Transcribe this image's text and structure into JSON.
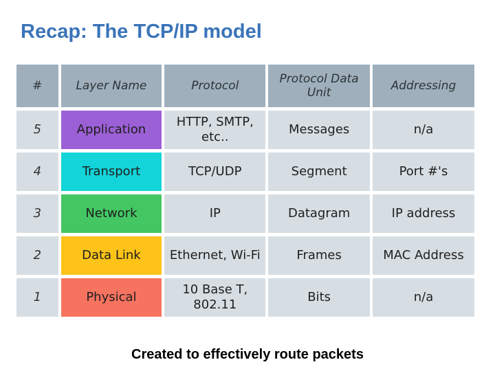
{
  "title": "Recap: The TCP/IP model",
  "table": {
    "headers": [
      "#",
      "Layer Name",
      "Protocol",
      "Protocol Data Unit",
      "Addressing"
    ],
    "rows": [
      {
        "num": "5",
        "layer": "Application",
        "protocol": "HTTP, SMTP, etc..",
        "pdu": "Messages",
        "addressing": "n/a",
        "color": "#9c60d6"
      },
      {
        "num": "4",
        "layer": "Transport",
        "protocol": "TCP/UDP",
        "pdu": "Segment",
        "addressing": "Port #'s",
        "color": "#13d4d8"
      },
      {
        "num": "3",
        "layer": "Network",
        "protocol": "IP",
        "pdu": "Datagram",
        "addressing": "IP address",
        "color": "#44c763"
      },
      {
        "num": "2",
        "layer": "Data Link",
        "protocol": "Ethernet, Wi-Fi",
        "pdu": "Frames",
        "addressing": "MAC Address",
        "color": "#fdc318"
      },
      {
        "num": "1",
        "layer": "Physical",
        "protocol": "10 Base T, 802.11",
        "pdu": "Bits",
        "addressing": "n/a",
        "color": "#f6735f"
      }
    ]
  },
  "footer": "Created to effectively route packets"
}
